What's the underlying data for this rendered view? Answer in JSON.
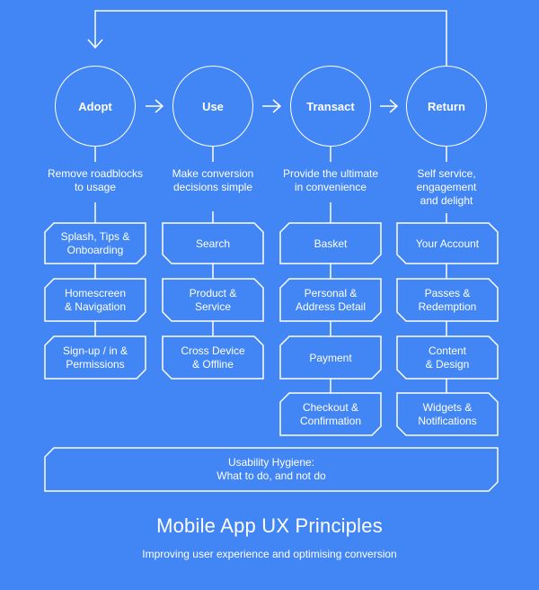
{
  "stages": [
    {
      "name": "Adopt",
      "description": "Remove roadblocks\nto usage",
      "items": [
        "Splash, Tips &\nOnboarding",
        "Homescreen\n& Navigation",
        "Sign-up / in &\nPermissions"
      ]
    },
    {
      "name": "Use",
      "description": "Make conversion\ndecisions simple",
      "items": [
        "Search",
        "Product &\nService",
        "Cross Device\n& Offline"
      ]
    },
    {
      "name": "Transact",
      "description": "Provide the ultimate\nin convenience",
      "items": [
        "Basket",
        "Personal &\nAddress Detail",
        "Payment",
        "Checkout &\nConfirmation"
      ]
    },
    {
      "name": "Return",
      "description": "Self service,\nengagement\nand delight",
      "items": [
        "Your Account",
        "Passes &\nRedemption",
        "Content\n& Design",
        "Widgets &\nNotifications"
      ]
    }
  ],
  "hygiene": {
    "line1": "Usability Hygiene:",
    "line2": "What to do, and not do"
  },
  "footer": {
    "title": "Mobile App UX Principles",
    "subtitle": "Improving user experience and optimising conversion"
  },
  "colors": {
    "background": "#4285f4",
    "stroke": "#ffffff"
  }
}
